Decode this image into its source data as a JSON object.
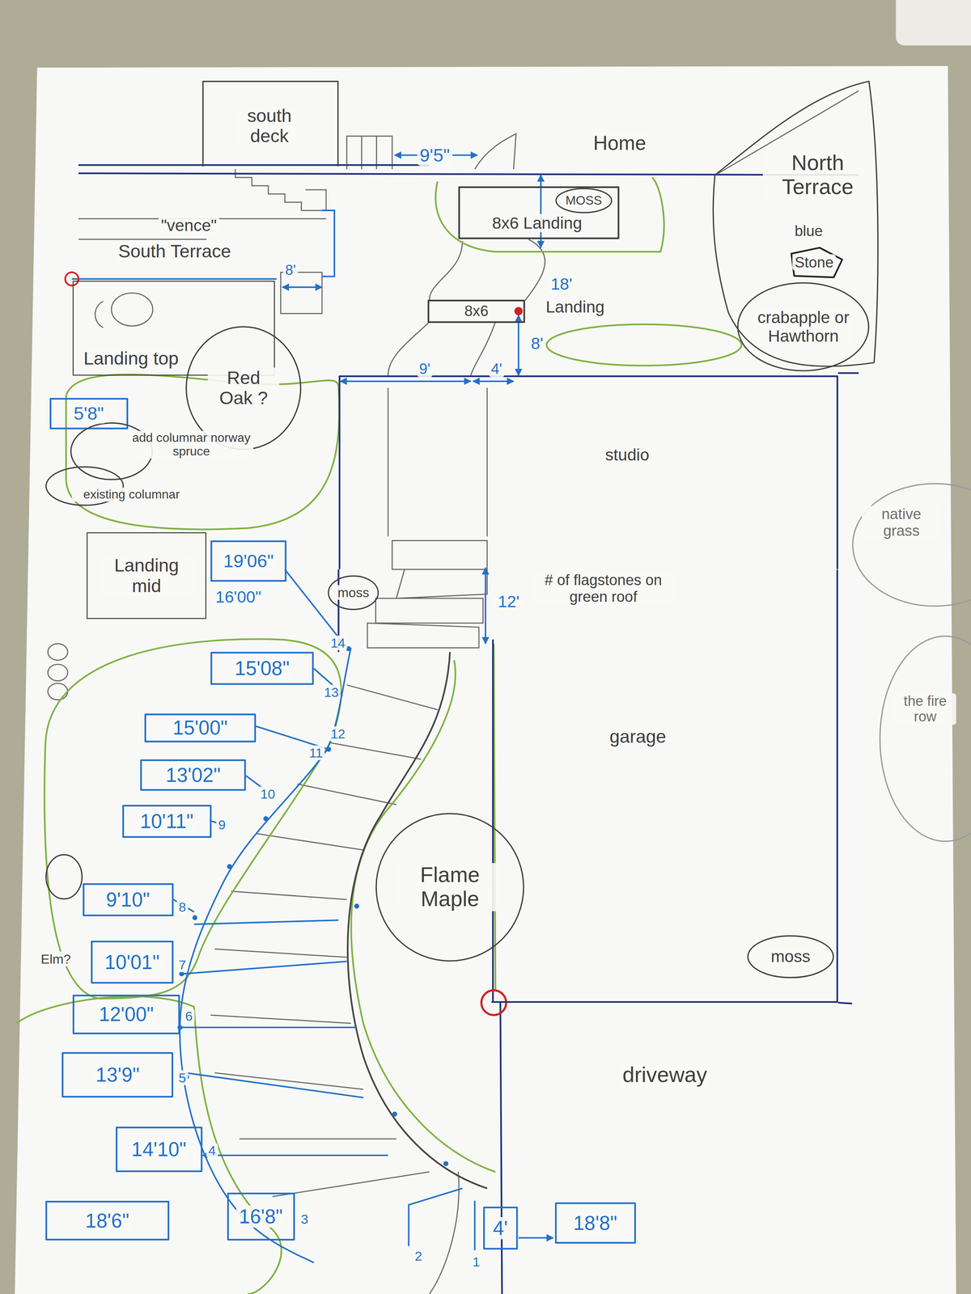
{
  "diagram": {
    "nodes": [
      {
        "text": [
          "south deck"
        ]
      },
      {
        "text": [
          "North Terrace"
        ]
      },
      {
        "text": [
          "blue",
          "Stone"
        ],
        "in": 1
      },
      {
        "text": [
          "crabapple or Hawthorn"
        ],
        "in": 1
      },
      {
        "text": [
          "8x6 Landing"
        ]
      },
      {
        "text": [
          "MOSS"
        ],
        "in": 4
      },
      {
        "text": [
          "8x6",
          "Landing"
        ]
      },
      {
        "text": [
          "Landing top"
        ]
      },
      {
        "text": [
          "Red Oak ?"
        ]
      },
      {
        "text": [
          "5'8\""
        ]
      },
      {
        "text": [
          "add columnar norway spruce"
        ]
      },
      {
        "text": [
          "existing columnar"
        ]
      },
      {
        "text": [
          "studio"
        ]
      },
      {
        "text": [
          "native grass"
        ]
      },
      {
        "text": [
          "Landing mid"
        ]
      },
      {
        "text": [
          "19'06\""
        ]
      },
      {
        "text": [
          "moss"
        ]
      },
      {
        "text": [
          "garage"
        ]
      },
      {
        "text": [
          "15'08\""
        ]
      },
      {
        "text": [
          "the fire row"
        ]
      },
      {
        "text": [
          "15'00\""
        ]
      },
      {
        "text": [
          "13'02\""
        ]
      },
      {
        "text": [
          "10'11\""
        ]
      },
      {
        "text": [
          "Flame Maple"
        ]
      },
      {
        "text": [
          "9'10\""
        ]
      },
      {
        "text": [
          "Elm?"
        ]
      },
      {
        "text": [
          "10'01\""
        ]
      },
      {
        "text": [
          "moss"
        ],
        "in": 17
      },
      {
        "text": [
          "12'00\""
        ]
      },
      {
        "text": [
          "13'9\""
        ]
      },
      {
        "text": [
          "14'10\""
        ]
      },
      {
        "text": [
          "18'6\""
        ]
      },
      {
        "text": [
          "16'8\""
        ]
      },
      {
        "text": [
          "4'"
        ]
      },
      {
        "text": [
          "18'8\""
        ]
      }
    ],
    "labels": [
      "9'5\"",
      "Home",
      "\"vence\"",
      "South Terrace",
      "8'",
      "18'",
      "8'",
      "9'",
      "4'",
      "16'00\"",
      "12'",
      "# of flagstones on green roof",
      "driveway",
      "14",
      "13",
      "12",
      "11",
      "10",
      "9",
      "8",
      "7",
      "6",
      "5",
      "4",
      "3",
      "2",
      "1"
    ]
  }
}
